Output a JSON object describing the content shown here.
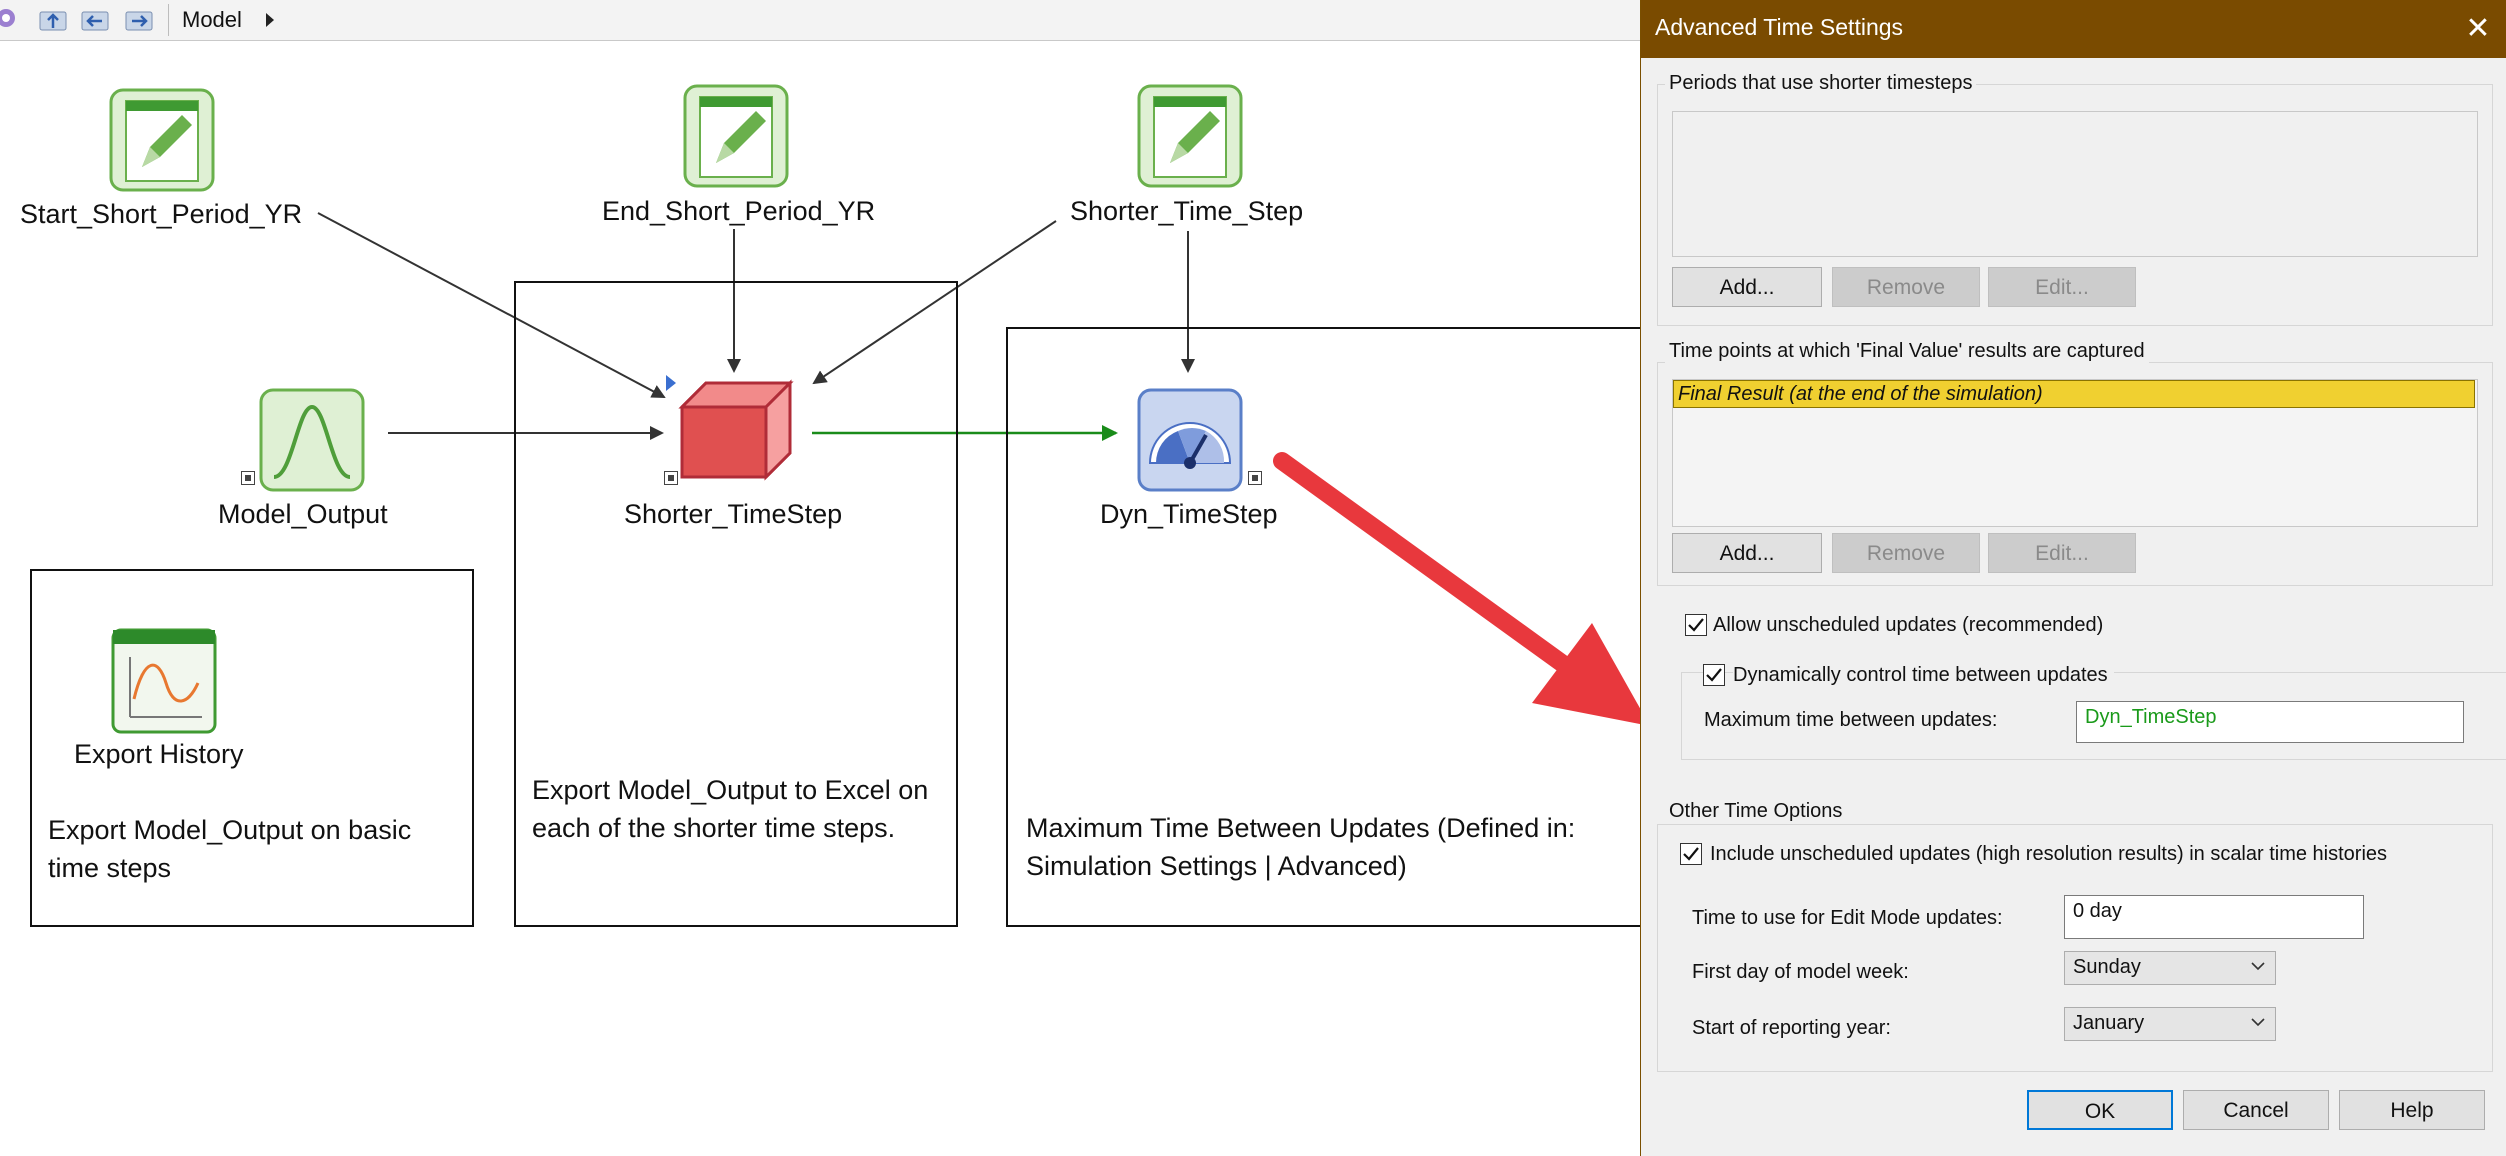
{
  "toolbar": {
    "breadcrumb": "Model",
    "icons": [
      "home-icon",
      "folder-up-icon",
      "folder-back-icon",
      "folder-forward-icon"
    ]
  },
  "canvas": {
    "nodes": {
      "start_short": "Start_Short_Period_YR",
      "end_short": "End_Short_Period_YR",
      "shorter_time_step": "Shorter_Time_Step",
      "model_output": "Model_Output",
      "shorter_timestep": "Shorter_TimeStep",
      "dyn_timestep": "Dyn_TimeStep",
      "export_history": "Export History"
    },
    "boxes": {
      "left_box": "Export Model_Output on basic time steps",
      "middle_box": "Export Model_Output to Excel on each of the shorter time steps.",
      "right_box": "Maximum Time Between Updates (Defined in: Simulation Settings | Advanced)"
    },
    "colors": {
      "data_element": "#6ab04c",
      "container": "#e05050",
      "gauge": "#4a6fc4",
      "annotation_arrow": "#e8383d",
      "flow_arrow": "#1a8c1a"
    }
  },
  "dialog": {
    "title": "Advanced Time Settings",
    "periods_group": {
      "title": "Periods that use shorter timesteps",
      "add": "Add...",
      "remove": "Remove",
      "edit": "Edit..."
    },
    "timepoints_group": {
      "title": "Time points at which 'Final Value' results are captured",
      "item": "Final Result (at the end of the simulation)",
      "add": "Add...",
      "remove": "Remove",
      "edit": "Edit..."
    },
    "allow_unscheduled": {
      "label": "Allow unscheduled updates (recommended)",
      "checked": true
    },
    "dynamic_control": {
      "label": "Dynamically control time between updates",
      "checked": true
    },
    "max_time": {
      "label": "Maximum time between updates:",
      "value": "Dyn_TimeStep"
    },
    "other_options": {
      "title": "Other Time Options",
      "include_unscheduled": {
        "label": "Include unscheduled updates (high resolution results) in scalar time histories",
        "checked": true
      },
      "edit_mode_label": "Time to use for Edit Mode updates:",
      "edit_mode_value": "0 day",
      "first_day_label": "First day of model week:",
      "first_day_value": "Sunday",
      "reporting_year_label": "Start of reporting year:",
      "reporting_year_value": "January"
    },
    "buttons": {
      "ok": "OK",
      "cancel": "Cancel",
      "help": "Help"
    },
    "colors": {
      "titlebar": "#7a4b00",
      "selected_item": "#f0d030",
      "link_text": "#1a9a1a"
    }
  }
}
